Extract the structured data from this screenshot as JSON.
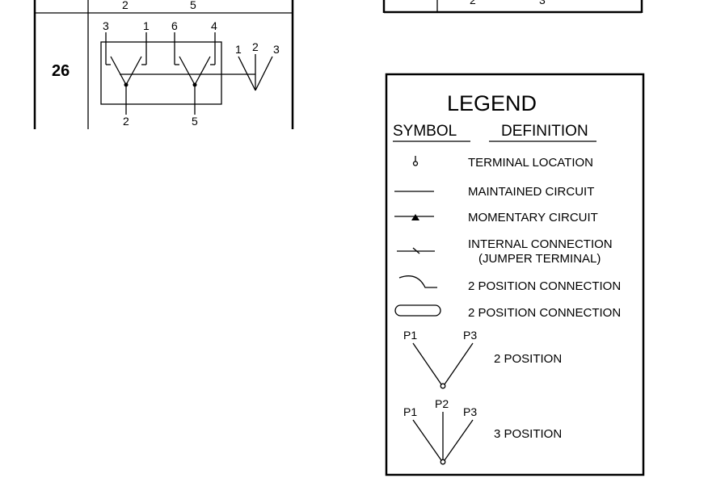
{
  "switch_table": {
    "top_row_pins": [
      "2",
      "5"
    ],
    "row": {
      "number": "26",
      "top_pins": [
        "3",
        "1",
        "6",
        "4"
      ],
      "bottom_pins": [
        "2",
        "5"
      ],
      "side_pins": [
        "1",
        "2",
        "3"
      ]
    }
  },
  "top_right_table": {
    "pins": [
      "2",
      "3"
    ]
  },
  "legend": {
    "title": "LEGEND",
    "col_symbol": "SYMBOL",
    "col_definition": "DEFINITION",
    "items": [
      {
        "icon": "terminal-location-icon",
        "label": "TERMINAL LOCATION"
      },
      {
        "icon": "maintained-circuit-icon",
        "label": "MAINTAINED CIRCUIT"
      },
      {
        "icon": "momentary-circuit-icon",
        "label": "MOMENTARY CIRCUIT"
      },
      {
        "icon": "internal-connection-icon",
        "label": "INTERNAL CONNECTION",
        "label2": "(JUMPER TERMINAL)"
      },
      {
        "icon": "two-position-curve-icon",
        "label": "2 POSITION CONNECTION"
      },
      {
        "icon": "two-position-pill-icon",
        "label": "2 POSITION CONNECTION"
      },
      {
        "icon": "two-position-switch-icon",
        "label": "2 POSITION",
        "p1": "P1",
        "p3": "P3"
      },
      {
        "icon": "three-position-switch-icon",
        "label": "3 POSITION",
        "p1": "P1",
        "p2": "P2",
        "p3": "P3"
      }
    ]
  }
}
